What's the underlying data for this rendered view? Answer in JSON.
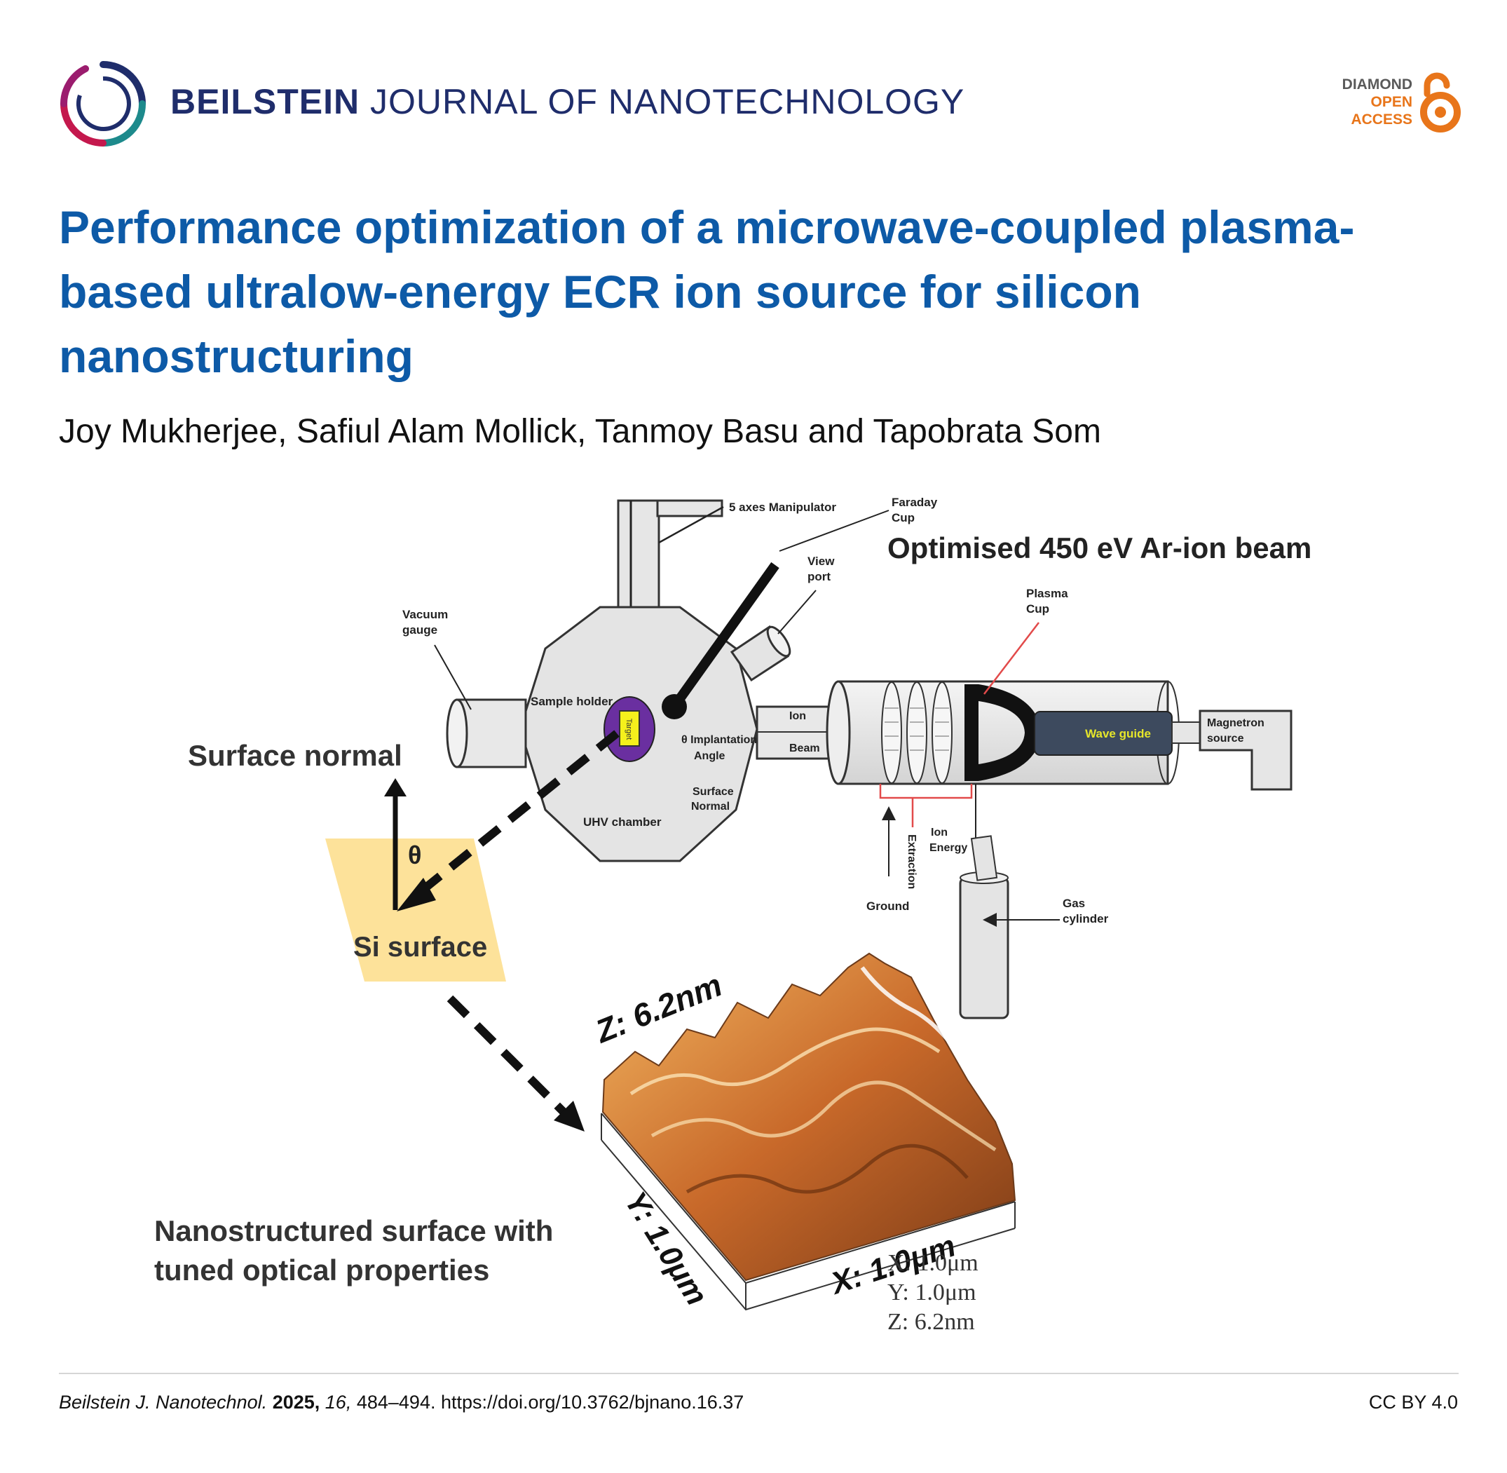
{
  "header": {
    "journal_bold": "BEILSTEIN",
    "journal_rest": " JOURNAL OF NANOTECHNOLOGY",
    "oa_line1": "DIAMOND",
    "oa_line2": "OPEN",
    "oa_line3": "ACCESS",
    "colors": {
      "navy": "#1f2d6b",
      "orange": "#e8751a",
      "title_blue": "#0d5aa7"
    }
  },
  "article": {
    "title": "Performance optimization of a microwave-coupled plasma-based ultralow-energy ECR ion source for silicon nanostructuring",
    "authors": "Joy Mukherjee, Safiul Alam Mollick, Tanmoy Basu and Tapobrata Som"
  },
  "figure": {
    "beam_title": "Optimised 450 eV Ar-ion beam",
    "manipulator": "5 axes Manipulator",
    "faraday_1": "Faraday",
    "faraday_2": "Cup",
    "view_1": "View",
    "view_2": "port",
    "plasma_1": "Plasma",
    "plasma_2": "Cup",
    "vacuum_1": "Vacuum",
    "vacuum_2": "gauge",
    "sample_holder": "Sample holder",
    "target": "Target",
    "implant_1": "θ Implantation",
    "implant_2": "Angle",
    "surface_normal_small_1": "Surface",
    "surface_normal_small_2": "Normal",
    "uhv": "UHV chamber",
    "ion_1": "Ion",
    "ion_2": "Beam",
    "wave_guide": "Wave guide",
    "magnetron_1": "Magnetron",
    "magnetron_2": "source",
    "ground": "Ground",
    "extraction": "Extraction",
    "ion_energy_1": "Ion",
    "ion_energy_2": "Energy",
    "gas_1": "Gas",
    "gas_2": "cylinder",
    "surface_normal": "Surface normal",
    "theta": "θ",
    "si_surface": "Si surface",
    "nano_1": "Nanostructured surface with",
    "nano_2": "tuned optical properties",
    "afm_z_axis": "Z: 6.2nm",
    "afm_y_axis": "Y: 1.0μm",
    "afm_x_axis": "X: 1.0μm",
    "afm_legend_x": "X: 1.0μm",
    "afm_legend_y": "Y: 1.0μm",
    "afm_legend_z": "Z: 6.2nm",
    "colors": {
      "wave_guide": "#3d4a5e",
      "wave_text": "#e6e62a",
      "target_ellipse": "#6a2fa0",
      "target_box": "#f5f01c",
      "si_fill": "#fde29a",
      "plasma_line": "#e24a4a"
    }
  },
  "footer": {
    "journal_abbr": "Beilstein J. Nanotechnol.",
    "year": "2025,",
    "volume": "16,",
    "pages_doi": "484–494. https://doi.org/10.3762/bjnano.16.37",
    "license": "CC BY 4.0"
  }
}
